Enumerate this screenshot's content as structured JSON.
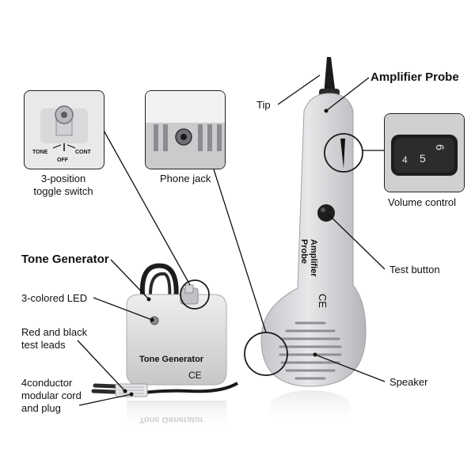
{
  "labels": {
    "amplifier_probe": "Amplifier Probe",
    "tip": "Tip",
    "toggle_switch_line1": "3-position",
    "toggle_switch_line2": "toggle switch",
    "phone_jack": "Phone jack",
    "volume_control": "Volume control",
    "tone_generator": "Tone Generator",
    "test_button": "Test button",
    "led": "3-colored LED",
    "test_leads_line1": "Red and black",
    "test_leads_line2": "test leads",
    "speaker": "Speaker",
    "cord_line1": "4conductor",
    "cord_line2": "modular cord",
    "cord_line3": "and plug"
  },
  "device_text": {
    "probe_line1": "Amplifier",
    "probe_line2": "Probe",
    "ce_mark": "CE",
    "generator_label": "Tone Generator",
    "generator_reflection": "Tone Generator",
    "switch_tone": "TONE",
    "switch_off": "OFF",
    "switch_cont": "CONT",
    "dial_digits": [
      "4",
      "5",
      "6"
    ]
  },
  "colors": {
    "device_body": "#d9dadc",
    "device_shadow": "#a9abae",
    "outline": "#222222",
    "button": "#1e1e1e"
  }
}
